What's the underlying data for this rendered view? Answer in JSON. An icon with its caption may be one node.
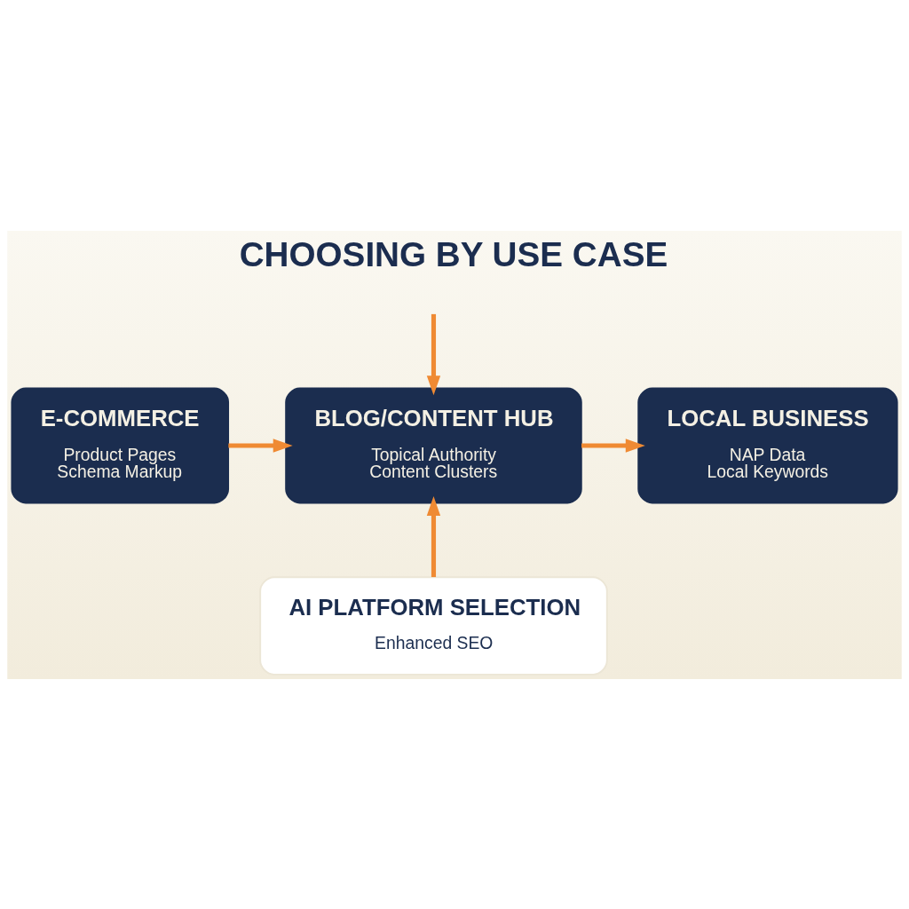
{
  "diagram": {
    "title": "CHOOSING BY USE CASE",
    "nodes": [
      {
        "text": [
          "E-COMMERCE",
          "Product Pages",
          "Schema Markup"
        ]
      },
      {
        "text": [
          "BLOG/CONTENT HUB",
          "Topical Authority",
          "Content Clusters"
        ]
      },
      {
        "text": [
          "LOCAL BUSINESS",
          "NAP Data",
          "Local Keywords"
        ]
      },
      {
        "text": [
          "AI PLATFORM SELECTION",
          "Enhanced SEO"
        ]
      }
    ],
    "edges": [
      {
        "from": null,
        "to": 1,
        "arrow": "to"
      },
      {
        "from": 0,
        "to": 1,
        "arrow": "to"
      },
      {
        "from": 1,
        "to": 2,
        "arrow": "to"
      },
      {
        "from": 3,
        "to": 1,
        "arrow": "to"
      }
    ]
  }
}
